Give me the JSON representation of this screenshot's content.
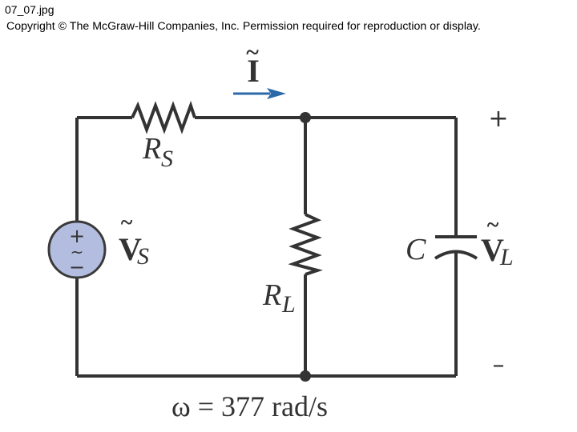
{
  "file": {
    "name": "07_07.jpg"
  },
  "copyright": {
    "text": "Copyright © The McGraw-Hill Companies, Inc. Permission required for reproduction or display."
  },
  "circuit": {
    "current": {
      "tilde": "~",
      "symbol": "I"
    },
    "source": {
      "plus": "+",
      "wave": "~",
      "minus": "−",
      "tilde": "~",
      "symbol": "V",
      "subscript": "S"
    },
    "rs": {
      "symbol": "R",
      "subscript": "S"
    },
    "rl": {
      "symbol": "R",
      "subscript": "L"
    },
    "capacitor": {
      "symbol": "C"
    },
    "vl": {
      "tilde": "~",
      "symbol": "V",
      "subscript": "L",
      "plus": "+",
      "minus": "–"
    },
    "omega": {
      "text": "ω = 377 rad/s"
    }
  },
  "colors": {
    "wire": "#333333",
    "arrow": "#2b6aa8",
    "source_fill": "#b3bde0",
    "source_stroke": "#3a3a3a"
  }
}
